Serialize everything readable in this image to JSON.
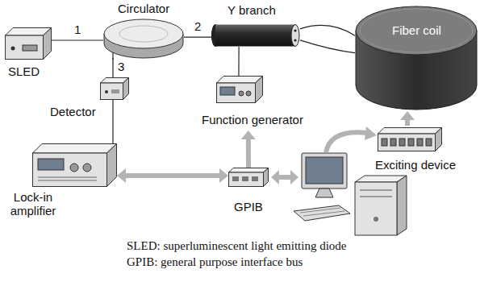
{
  "diagram": {
    "nodes": [
      {
        "text": [
          "SLED"
        ]
      },
      {
        "text": [
          "Circulator"
        ]
      },
      {
        "text": [
          "Y branch"
        ]
      },
      {
        "text": [
          "Fiber coil"
        ]
      },
      {
        "text": [
          "Detector"
        ]
      },
      {
        "text": [
          "Function generator"
        ]
      },
      {
        "text": [
          "Exciting device"
        ]
      },
      {
        "text": [
          "Lock-in amplifier"
        ]
      },
      {
        "text": [
          "GPIB"
        ]
      }
    ],
    "edges": [
      {
        "from": 0,
        "to": 1,
        "label": "1",
        "arrow": "none"
      },
      {
        "from": 1,
        "to": 2,
        "label": "2",
        "arrow": "none"
      },
      {
        "from": 2,
        "to": 3,
        "arrow": "none"
      },
      {
        "from": 2,
        "to": 3,
        "arrow": "none"
      },
      {
        "from": 2,
        "to": 5,
        "arrow": "none"
      },
      {
        "from": 1,
        "to": 4,
        "label": "3",
        "arrow": "none"
      },
      {
        "from": 4,
        "to": 7,
        "arrow": "none"
      },
      {
        "from": 7,
        "to": 8,
        "arrow": "both"
      },
      {
        "from": 8,
        "to": 5,
        "arrow": "to"
      },
      {
        "from": 6,
        "to": 3,
        "arrow": "to"
      }
    ],
    "labels": [
      "SLED: superluminescent light emitting diode",
      "GPIB: general purpose interface bus"
    ]
  }
}
